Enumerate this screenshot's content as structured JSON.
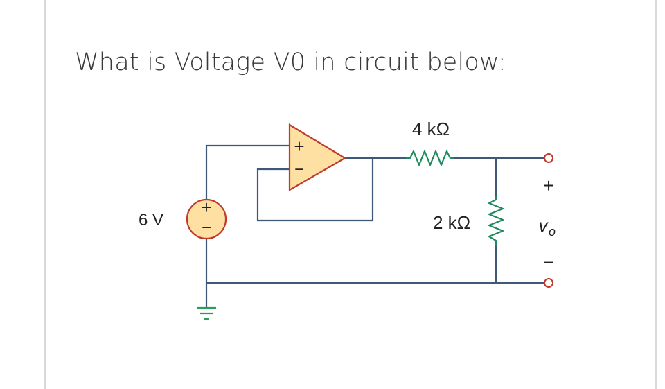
{
  "question": {
    "text": "What is Voltage V0 in circuit below:"
  },
  "circuit": {
    "source_label": "6 V",
    "source_plus": "+",
    "source_minus": "−",
    "opamp_plus": "+",
    "opamp_minus": "−",
    "r1_label": "4 kΩ",
    "r2_label": "2 kΩ",
    "output_plus": "+",
    "output_minus": "−",
    "output_label": "v",
    "output_subscript": "o"
  },
  "colors": {
    "wire": "#3f5a78",
    "resistor": "#1e8a5e",
    "opamp_fill": "#ffe0a3",
    "component_outline": "#c0392b",
    "source_fill": "#ffe0a3",
    "ground": "#2a9d5c"
  }
}
